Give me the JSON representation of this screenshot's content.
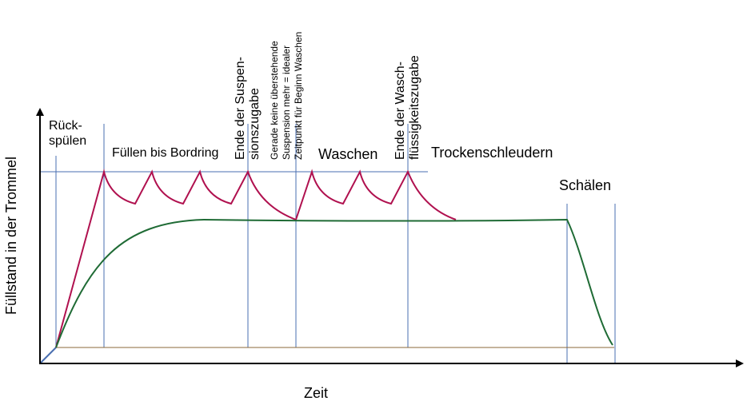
{
  "axes": {
    "x_label": "Zeit",
    "y_label": "Füllstand in der Trommel"
  },
  "phases": {
    "rueckspuelen": [
      "Rück-",
      "spülen"
    ],
    "fuellen": "Füllen bis Bordring",
    "ende_suspension": [
      "Ende der Suspen-",
      "sionszugabe"
    ],
    "ideal": [
      "Gerade keine überstehende",
      "Suspension mehr = idealer",
      "Zeitpunkt für Beginn Waschen"
    ],
    "waschen": "Waschen",
    "ende_wasch": [
      "Ende der Wasch-",
      "flüssigkeitszugabe"
    ],
    "trocken": "Trockenschleudern",
    "schaelen": "Schälen"
  },
  "colors": {
    "suspension": "#b0114f",
    "cake": "#1f6b35",
    "guide": "#4a6fb0",
    "base": "#8b6a3a"
  }
}
